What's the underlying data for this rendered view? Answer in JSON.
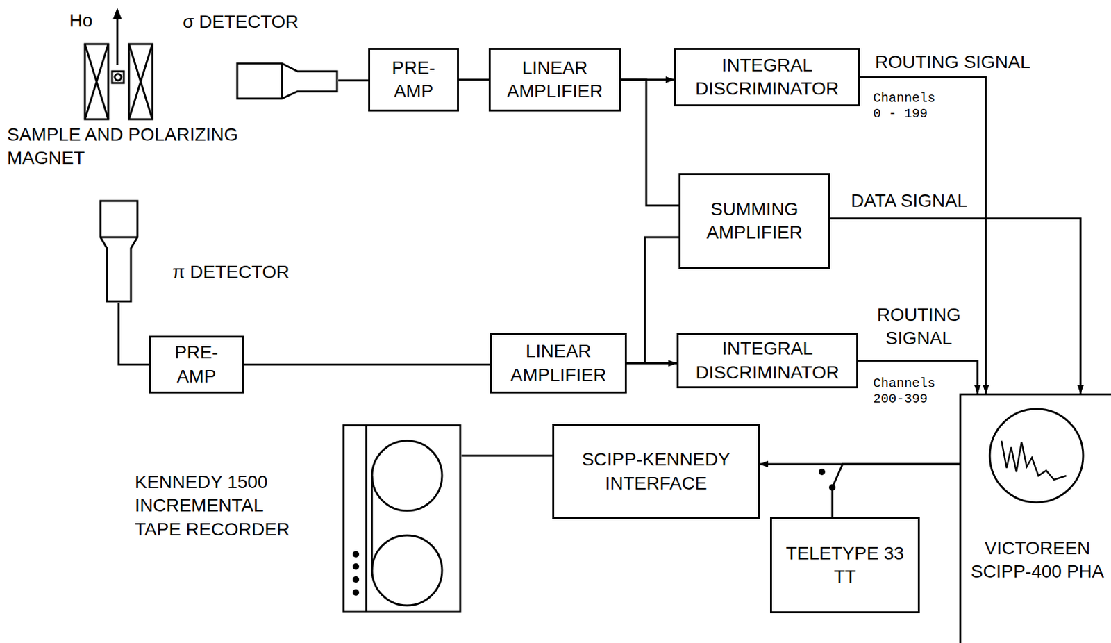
{
  "diagram": {
    "nodes": [
      {
        "text": [
          "σ DETECTOR"
        ]
      },
      {
        "text": [
          "PRE- AMP"
        ]
      },
      {
        "text": [
          "LINEAR AMPLIFIER"
        ]
      },
      {
        "text": [
          "INTEGRAL DISCRIMINATOR"
        ]
      },
      {
        "text": [
          "SUMMING AMPLIFIER"
        ]
      },
      {
        "text": [
          "π DETECTOR"
        ]
      },
      {
        "text": [
          "PRE- AMP"
        ]
      },
      {
        "text": [
          "LINEAR AMPLIFIER"
        ]
      },
      {
        "text": [
          "INTEGRAL DISCRIMINATOR"
        ]
      },
      {
        "text": [
          "VICTOREEN SCIPP-400 PHA"
        ]
      },
      {
        "text": [
          "SCIPP-KENNEDY INTERFACE"
        ]
      },
      {
        "text": [
          "TELETYPE 33 TT"
        ]
      },
      {
        "text": [
          "KENNEDY 1500 INCREMENTAL TAPE RECORDER"
        ]
      }
    ],
    "edges": [
      {
        "from": 0,
        "to": 1,
        "arrow": "none"
      },
      {
        "from": 1,
        "to": 2,
        "arrow": "none"
      },
      {
        "from": 2,
        "to": 3,
        "arrow": "to"
      },
      {
        "from": 2,
        "to": 4,
        "arrow": "none"
      },
      {
        "from": 3,
        "to": 9,
        "label": "ROUTING SIGNAL",
        "arrow": "to"
      },
      {
        "from": 4,
        "to": 9,
        "label": "DATA SIGNAL",
        "arrow": "to"
      },
      {
        "from": 5,
        "to": 6,
        "arrow": "none"
      },
      {
        "from": 6,
        "to": 7,
        "arrow": "none"
      },
      {
        "from": 7,
        "to": 4,
        "arrow": "none"
      },
      {
        "from": 7,
        "to": 8,
        "arrow": "to"
      },
      {
        "from": 8,
        "to": 9,
        "label": "ROUTING SIGNAL",
        "arrow": "to"
      },
      {
        "from": 9,
        "to": 10,
        "arrow": "to"
      },
      {
        "from": 9,
        "to": 11,
        "arrow": "none"
      },
      {
        "from": 10,
        "to": 12,
        "arrow": "none"
      }
    ],
    "labels": [
      "Ho",
      "SAMPLE AND POLARIZING MAGNET",
      "Channels 0 - 199",
      "Channels 200-399"
    ]
  }
}
